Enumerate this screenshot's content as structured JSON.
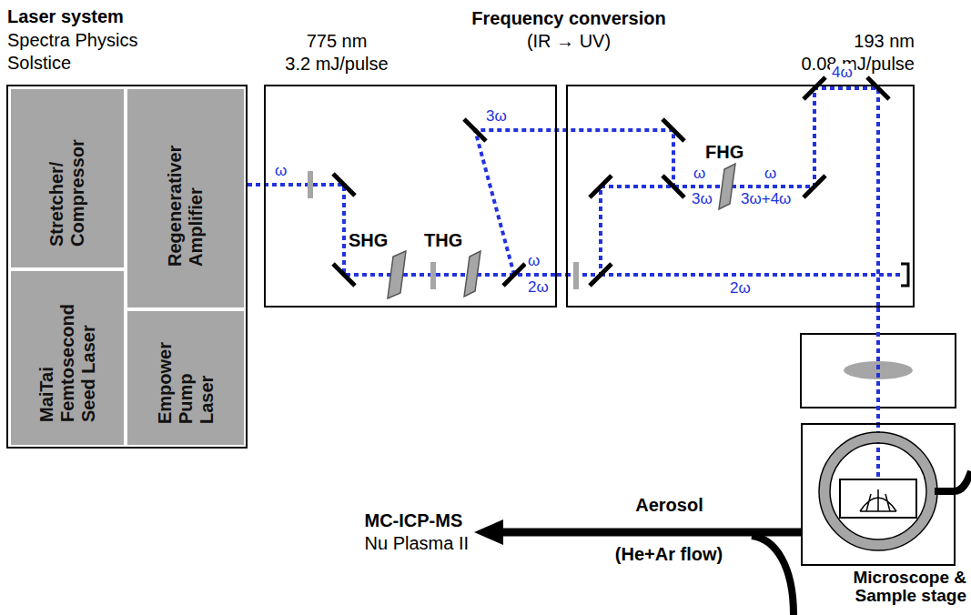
{
  "diagram": {
    "nodes": [
      {
        "text": [
          "Laser system",
          "Spectra Physics",
          "Solstice"
        ]
      },
      {
        "text": [
          "Stretcher/ Compressor"
        ],
        "in": 0
      },
      {
        "text": [
          "Regenerativer Amplifier"
        ],
        "in": 0
      },
      {
        "text": [
          "MaiTai Femtosecond Seed Laser"
        ],
        "in": 0
      },
      {
        "text": [
          "Empower Pump Laser"
        ],
        "in": 0
      },
      {
        "text": [
          "775 nm",
          "3.2 mJ/pulse"
        ]
      },
      {
        "text": [
          "193 nm",
          "0.08 mJ/pulse"
        ]
      },
      {
        "text": [
          "Microscope & Sample stage"
        ]
      },
      {
        "text": [
          "MC-ICP-MS",
          "Nu Plasma II"
        ]
      }
    ],
    "edges": [
      {
        "from": 0,
        "to": 5,
        "arrow": "none"
      },
      {
        "from": 5,
        "to": 6,
        "arrow": "none"
      },
      {
        "from": 6,
        "to": 7,
        "arrow": "none"
      },
      {
        "from": 7,
        "to": 8,
        "label": "Aerosol",
        "arrow": "to"
      }
    ],
    "labels": [
      "Frequency conversion",
      "(IR → UV)",
      "ω",
      "SHG",
      "THG",
      "3ω",
      "ω",
      "2ω",
      "ω",
      "3ω",
      "FHG",
      "ω",
      "3ω+4ω",
      "4ω",
      "2ω",
      "(He+Ar flow)"
    ]
  }
}
